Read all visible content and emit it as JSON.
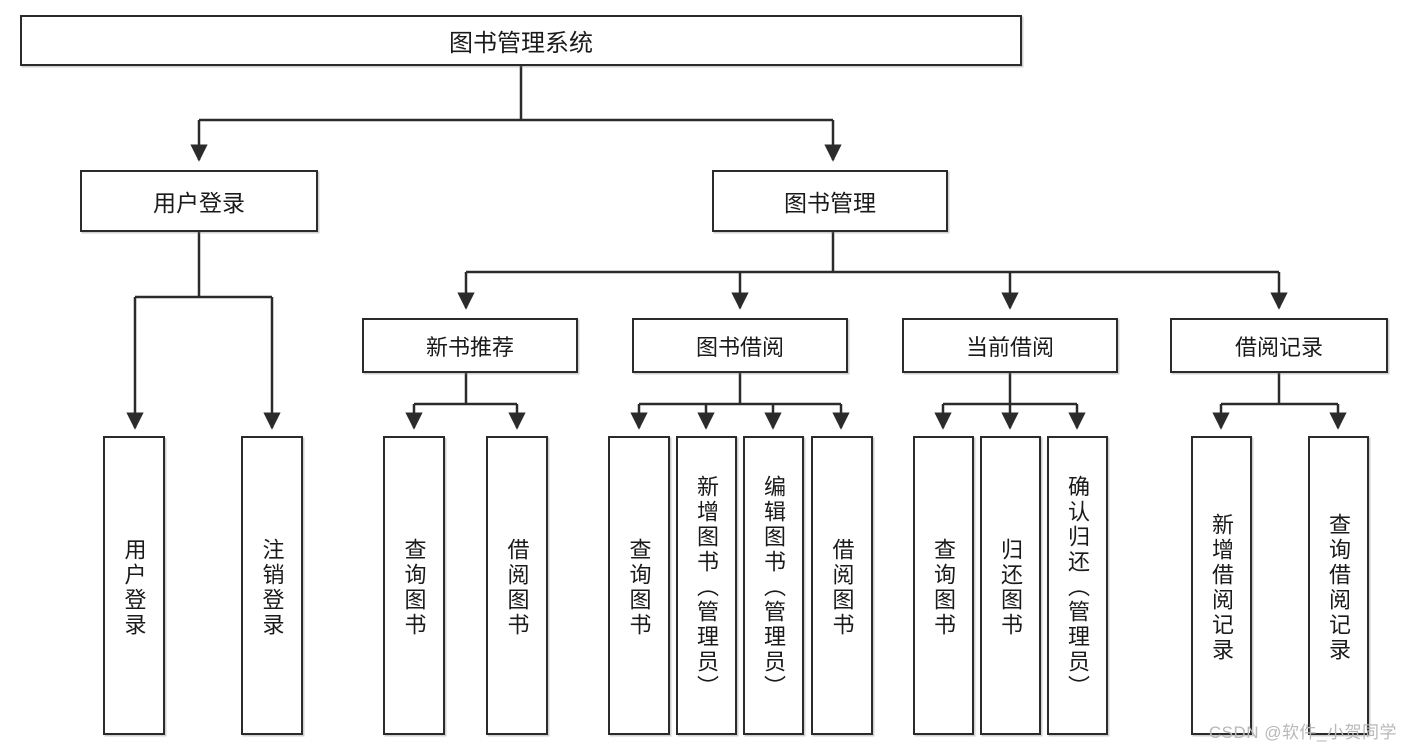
{
  "diagram": {
    "title": "图书管理系统",
    "type": "tree",
    "watermark": "CSDN @软件_小贺同学",
    "colors": {
      "stroke": "#2b2b2b",
      "fill": "#ffffff",
      "text": "#1a1a1a",
      "watermark": "#b8b8b8"
    },
    "root": {
      "label": "图书管理系统"
    },
    "level1": [
      {
        "label": "用户登录"
      },
      {
        "label": "图书管理"
      }
    ],
    "level2": [
      {
        "label": "新书推荐"
      },
      {
        "label": "图书借阅"
      },
      {
        "label": "当前借阅"
      },
      {
        "label": "借阅记录"
      }
    ],
    "leaves": {
      "user_login": [
        {
          "label": "用户登录"
        },
        {
          "label": "注销登录"
        }
      ],
      "new_book_rec": [
        {
          "label": "查询图书"
        },
        {
          "label": "借阅图书"
        }
      ],
      "book_borrow": [
        {
          "label": "查询图书"
        },
        {
          "label": "新增图书（管理员）"
        },
        {
          "label": "编辑图书（管理员）"
        },
        {
          "label": "借阅图书"
        }
      ],
      "current_borrow": [
        {
          "label": "查询图书"
        },
        {
          "label": "归还图书"
        },
        {
          "label": "确认归还（管理员）"
        }
      ],
      "borrow_record": [
        {
          "label": "新增借阅记录"
        },
        {
          "label": "查询借阅记录"
        }
      ]
    }
  }
}
